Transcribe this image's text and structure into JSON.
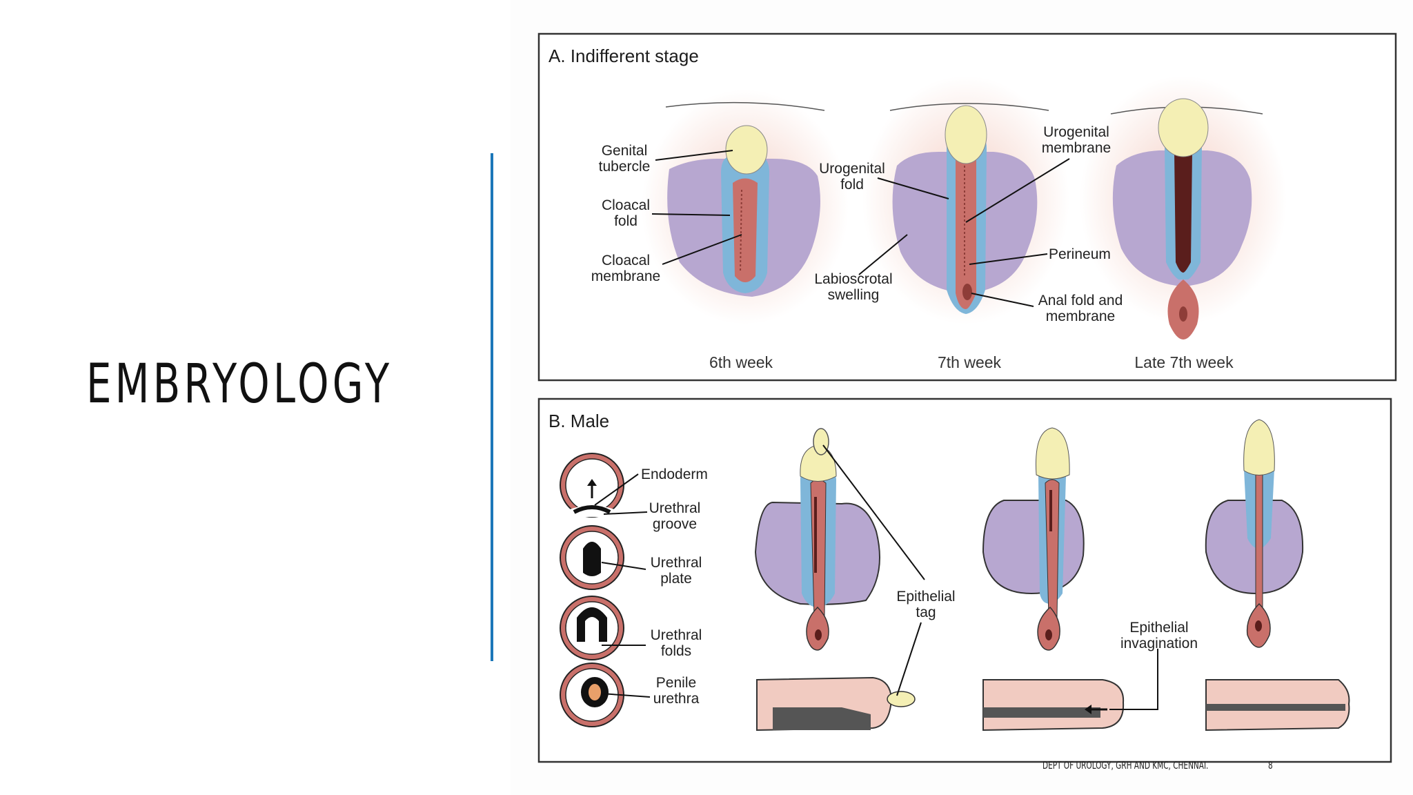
{
  "slide": {
    "title": "EMBRYOLOGY",
    "footer_text": "DEPT OF UROLOGY, GRH AND KMC, CHENNAI.",
    "page_number": "8",
    "accent_color": "#1b77b9"
  },
  "panel_a": {
    "title": "A. Indifferent stage",
    "labels": {
      "genital_tubercle": [
        "Genital",
        "tubercle"
      ],
      "cloacal_fold": [
        "Cloacal",
        "fold"
      ],
      "cloacal_membrane": [
        "Cloacal",
        "membrane"
      ],
      "urogenital_fold": [
        "Urogenital",
        "fold"
      ],
      "labioscrotal_swelling": [
        "Labioscrotal",
        "swelling"
      ],
      "urogenital_membrane": [
        "Urogenital",
        "membrane"
      ],
      "perineum": [
        "Perineum"
      ],
      "anal_fold": [
        "Anal fold and",
        "membrane"
      ]
    },
    "weeks": [
      "6th week",
      "7th week",
      "Late 7th week"
    ]
  },
  "panel_b": {
    "title": "B. Male",
    "labels": {
      "endoderm": [
        "Endoderm"
      ],
      "urethral_groove": [
        "Urethral",
        "groove"
      ],
      "urethral_plate": [
        "Urethral",
        "plate"
      ],
      "urethral_folds": [
        "Urethral",
        "folds"
      ],
      "penile_urethra": [
        "Penile",
        "urethra"
      ],
      "epithelial_tag": [
        "Epithelial",
        "tag"
      ],
      "epithelial_invagination": [
        "Epithelial",
        "invagination"
      ]
    }
  },
  "colors": {
    "glans": "#f4efb4",
    "blue": "#7fb6d9",
    "purple": "#b7a7d0",
    "red": "#c9706a",
    "pink": "#f1cbc1"
  }
}
